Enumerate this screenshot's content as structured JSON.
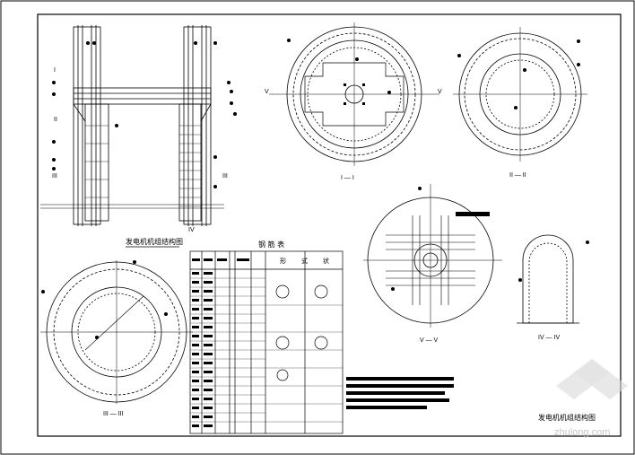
{
  "drawing": {
    "title_block": "发电机机组结构图",
    "table_title": "钢 筋 表",
    "table_headers": [
      "形",
      "式",
      "状"
    ],
    "elevation_caption": "发电机机组结构图",
    "watermark": "zhulong.com"
  },
  "sections": {
    "s_I": "I — I",
    "s_II": "II — II",
    "s_III": "III — III",
    "s_IV": "IV — IV",
    "s_V": "V — V",
    "mark_I": "I",
    "mark_II": "II",
    "mark_III": "III",
    "mark_IV": "IV",
    "mark_V": "V"
  }
}
